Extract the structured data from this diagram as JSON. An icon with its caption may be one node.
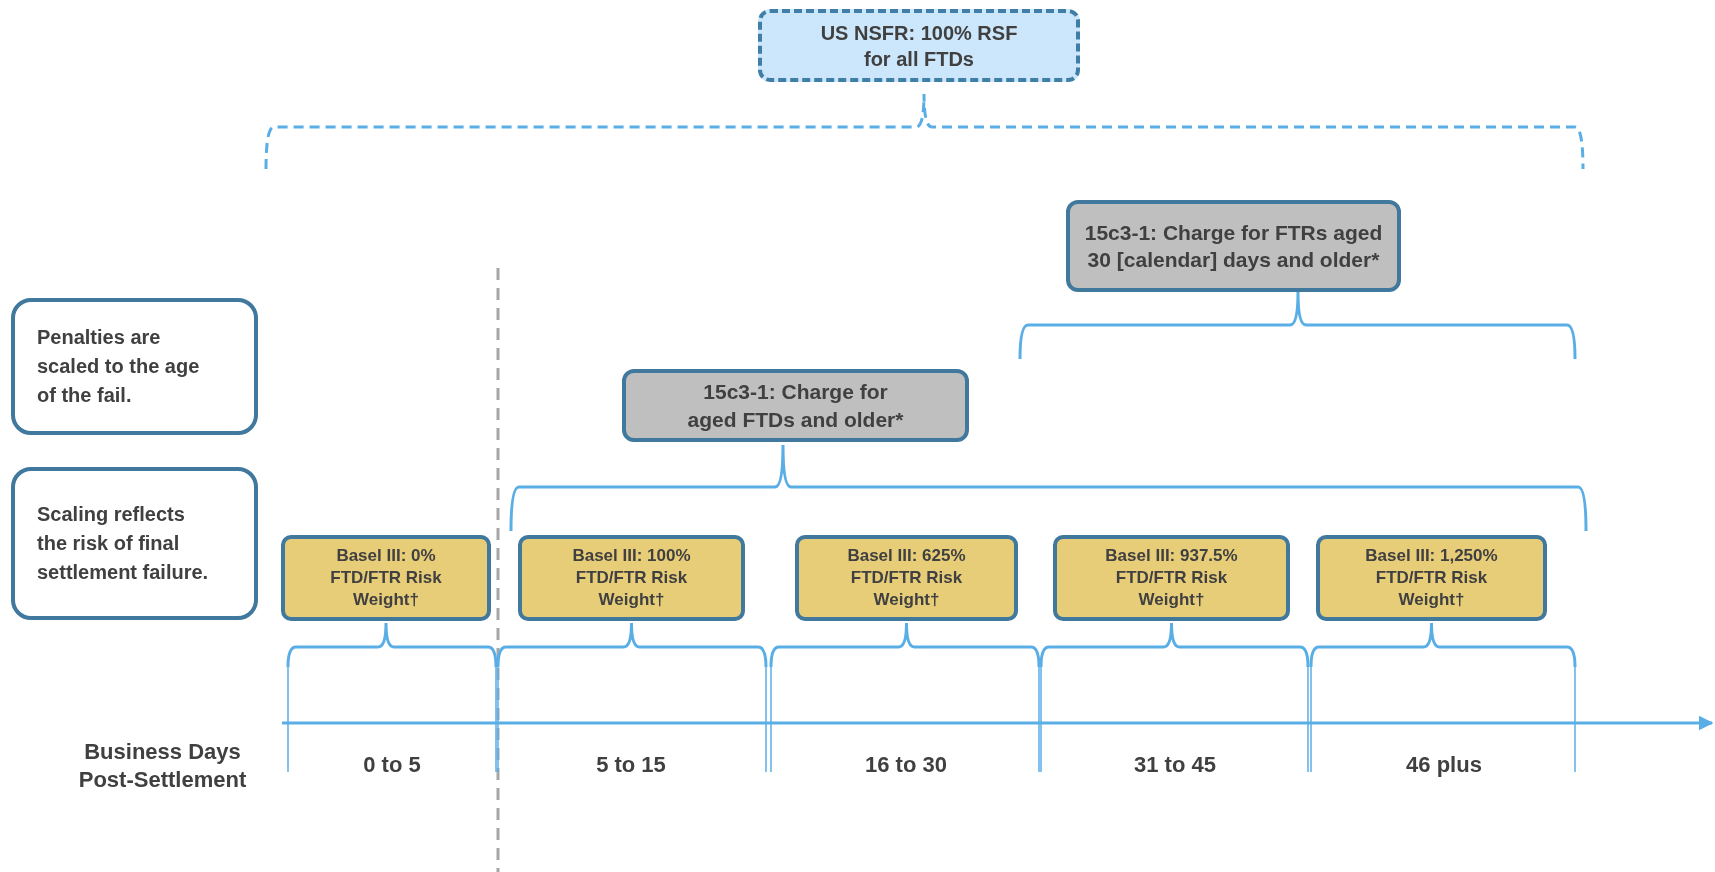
{
  "diagram": {
    "nodes": [
      {
        "text": [
          "US NSFR: 100% RSF for all FTDs"
        ]
      },
      {
        "text": [
          "15c3-1: Charge for FTRs aged 30 [calendar] days and older*"
        ]
      },
      {
        "text": [
          "Penalties are scaled to the age of the fail."
        ]
      },
      {
        "text": [
          "15c3-1: Charge for aged FTDs and older*"
        ]
      },
      {
        "text": [
          "Scaling reflects the risk of final settlement failure."
        ]
      },
      {
        "text": [
          "Basel III: 0% FTD/FTR Risk Weight†"
        ]
      },
      {
        "text": [
          "Basel III: 100% FTD/FTR Risk Weight†"
        ]
      },
      {
        "text": [
          "Basel III: 625% FTD/FTR Risk Weight†"
        ]
      },
      {
        "text": [
          "Basel III: 937.5% FTD/FTR Risk Weight†"
        ]
      },
      {
        "text": [
          "Basel III: 1,250% FTD/FTR Risk Weight†"
        ]
      }
    ],
    "labels": [
      "Business Days Post-Settlement",
      "0 to 5",
      "5 to 15",
      "16 to 30",
      "31 to 45",
      "46 plus"
    ]
  }
}
